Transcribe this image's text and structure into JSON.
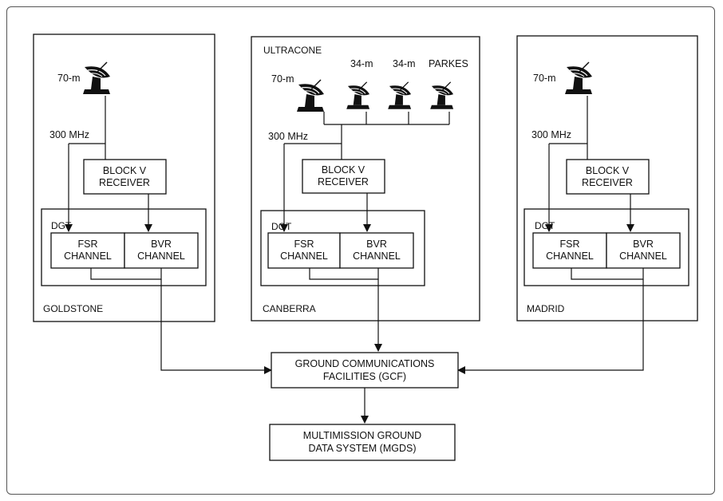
{
  "sites": [
    {
      "name": "GOLDSTONE",
      "antenna": "70-m",
      "freq": "300 MHz",
      "receiver": [
        "BLOCK V",
        "RECEIVER"
      ],
      "dgt": "DGT",
      "fsr": [
        "FSR",
        "CHANNEL"
      ],
      "bvr": [
        "BVR",
        "CHANNEL"
      ]
    },
    {
      "name": "CANBERRA",
      "group": "ULTRACONE",
      "antennas": [
        "70-m",
        "34-m",
        "34-m",
        "PARKES"
      ],
      "freq": "300 MHz",
      "receiver": [
        "BLOCK V",
        "RECEIVER"
      ],
      "dgt": "DGT",
      "fsr": [
        "FSR",
        "CHANNEL"
      ],
      "bvr": [
        "BVR",
        "CHANNEL"
      ]
    },
    {
      "name": "MADRID",
      "antenna": "70-m",
      "freq": "300 MHz",
      "receiver": [
        "BLOCK V",
        "RECEIVER"
      ],
      "dgt": "DGT",
      "fsr": [
        "FSR",
        "CHANNEL"
      ],
      "bvr": [
        "BVR",
        "CHANNEL"
      ]
    }
  ],
  "gcf": [
    "GROUND COMMUNICATIONS",
    "FACILITIES (GCF)"
  ],
  "mgds": [
    "MULTIMISSION GROUND",
    "DATA SYSTEM (MGDS)"
  ]
}
